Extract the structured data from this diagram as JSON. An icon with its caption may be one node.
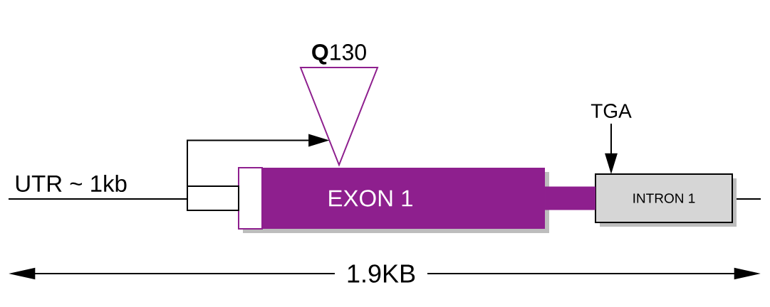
{
  "diagram": {
    "nodes": [
      {
        "text": [
          "EXON 1"
        ]
      },
      {
        "text": [],
        "shape": "box",
        "in": 0
      },
      {
        "text": [
          "INTRON 1"
        ]
      },
      {
        "text": [
          "**Q**130"
        ]
      },
      {
        "text": [
          "TGA"
        ]
      },
      {
        "text": [],
        "shape": "box"
      }
    ],
    "edges": [
      {
        "from": 5,
        "to": 3,
        "arrow": "to"
      },
      {
        "from": 4,
        "to": 2,
        "arrow": "to"
      },
      {
        "from": 0,
        "to": 2,
        "arrow": "none",
        "style": "thick",
        "color": "#8e1f8e"
      }
    ],
    "labels": [
      "UTR ~ 1kb",
      "1.9KB"
    ]
  }
}
